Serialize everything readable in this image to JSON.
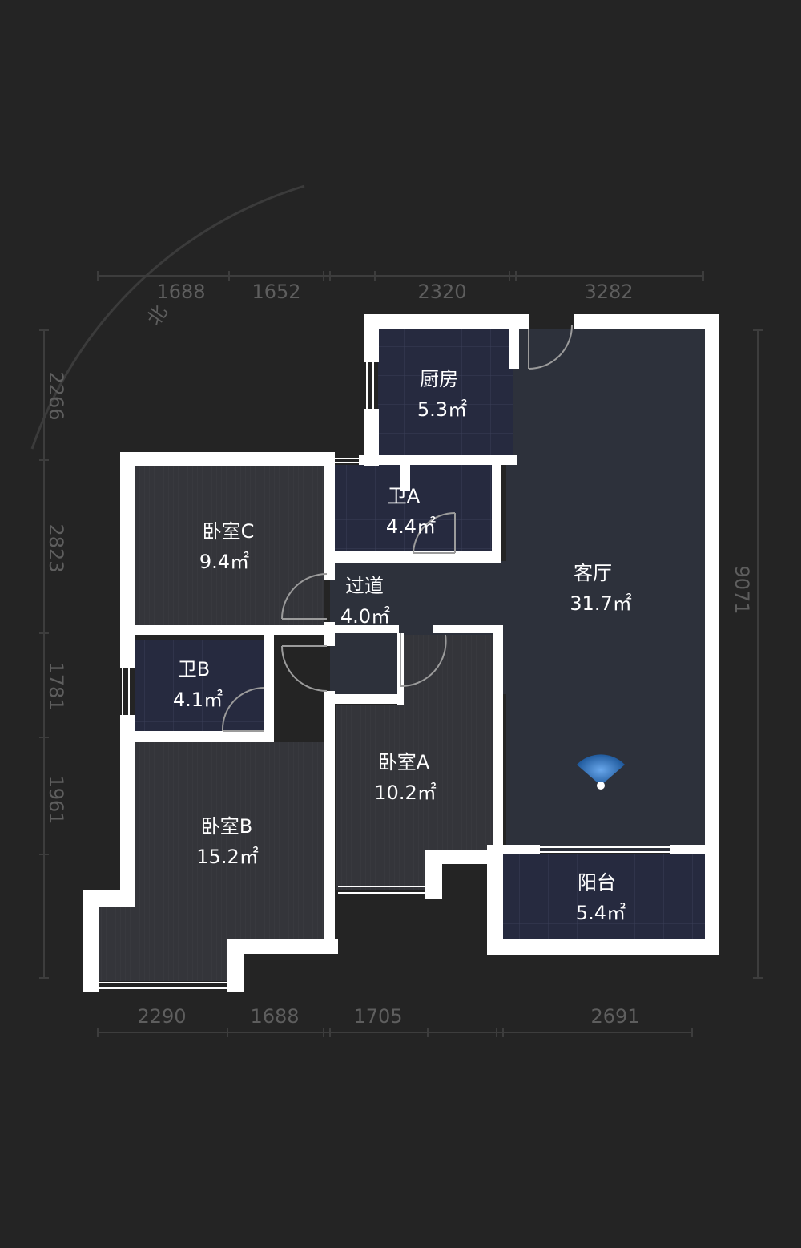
{
  "compass": {
    "label": "北"
  },
  "dimensions": {
    "top": [
      "1688",
      "1652",
      "2320",
      "3282"
    ],
    "bottom": [
      "2290",
      "1688",
      "1705",
      "2691"
    ],
    "left": [
      "2266",
      "2823",
      "1781",
      "1961"
    ],
    "right": [
      "9071"
    ]
  },
  "rooms": {
    "kitchen": {
      "name": "厨房",
      "area": "5.3㎡"
    },
    "bath_a": {
      "name": "卫A",
      "area": "4.4㎡"
    },
    "bedroom_c": {
      "name": "卧室C",
      "area": "9.4㎡"
    },
    "hallway": {
      "name": "过道",
      "area": "4.0㎡"
    },
    "living": {
      "name": "客厅",
      "area": "31.7㎡"
    },
    "bath_b": {
      "name": "卫B",
      "area": "4.1㎡"
    },
    "bedroom_a": {
      "name": "卧室A",
      "area": "10.2㎡"
    },
    "bedroom_b": {
      "name": "卧室B",
      "area": "15.2㎡"
    },
    "balcony": {
      "name": "阳台",
      "area": "5.4㎡"
    }
  },
  "colors": {
    "background": "#242424",
    "wall": "#ffffff",
    "room_floor": "#2d313b",
    "tile_floor": "#272b40",
    "wood_floor": "#34353a",
    "dimension_text": "#5e5e5e",
    "view_marker": "#4a90e2"
  }
}
